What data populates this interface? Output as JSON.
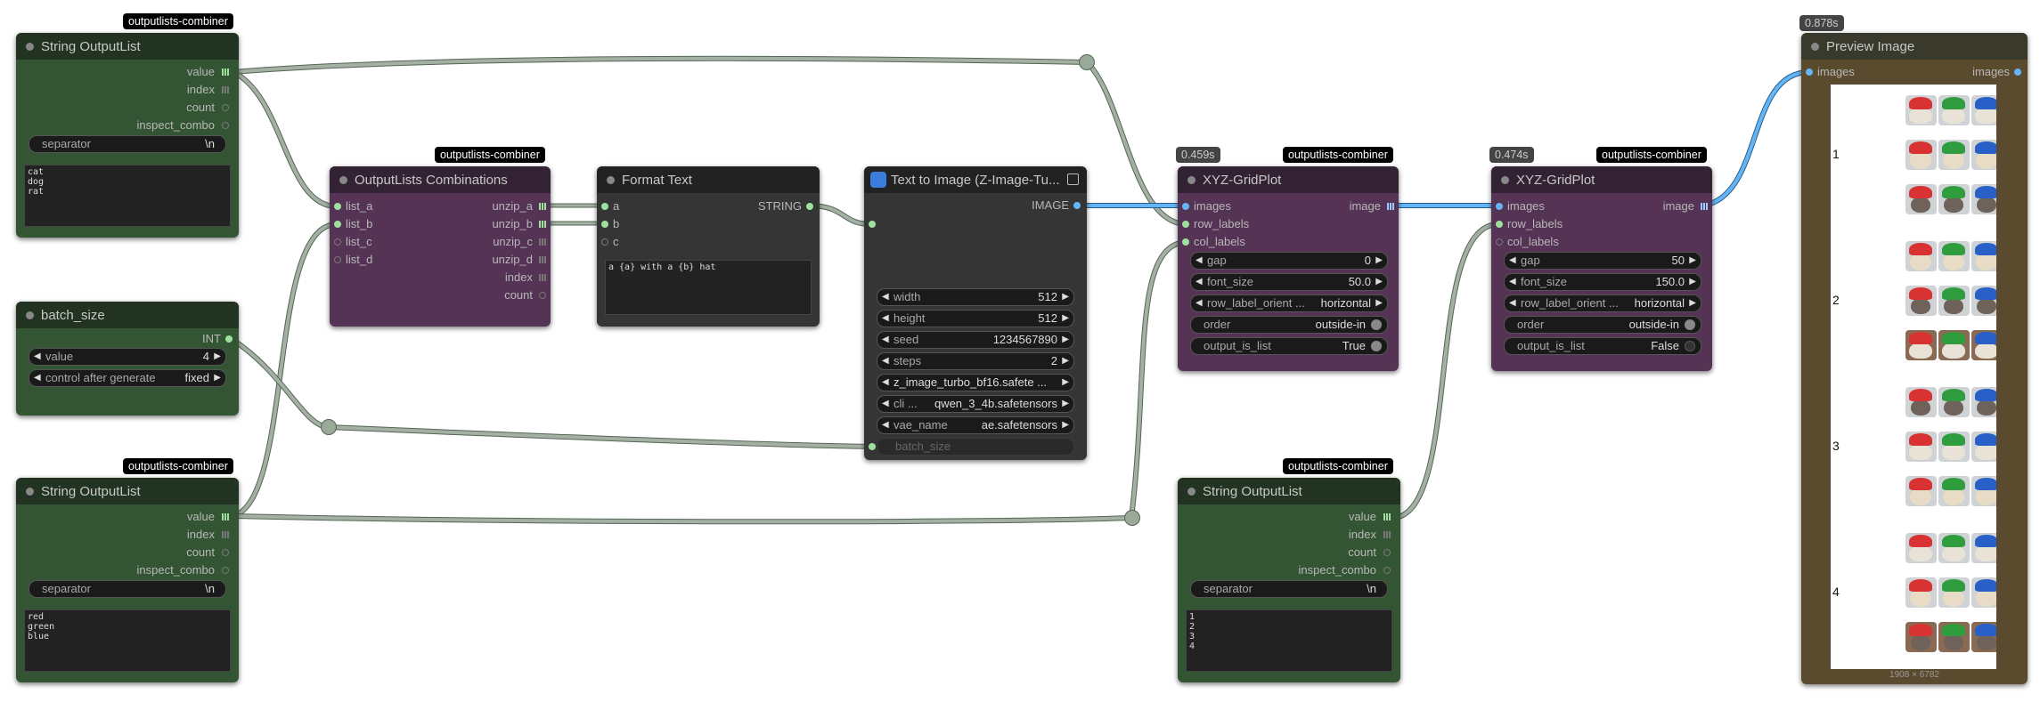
{
  "nodes": {
    "so1": {
      "badge": "outputlists-combiner",
      "title": "String OutputList",
      "outputs": [
        "value",
        "index",
        "count",
        "inspect_combo"
      ],
      "separator_label": "separator",
      "separator_value": "\\n",
      "text": "cat\ndog\nrat"
    },
    "batch": {
      "title": "batch_size",
      "output": "INT",
      "value_label": "value",
      "value": "4",
      "control_label": "control after generate",
      "control_value": "fixed"
    },
    "so2": {
      "badge": "outputlists-combiner",
      "title": "String OutputList",
      "outputs": [
        "value",
        "index",
        "count",
        "inspect_combo"
      ],
      "separator_label": "separator",
      "separator_value": "\\n",
      "text": "red\ngreen\nblue"
    },
    "comb": {
      "badge": "outputlists-combiner",
      "title": "OutputLists Combinations",
      "inputs": [
        "list_a",
        "list_b",
        "list_c",
        "list_d"
      ],
      "outputs": [
        "unzip_a",
        "unzip_b",
        "unzip_c",
        "unzip_d",
        "index",
        "count"
      ]
    },
    "fmt": {
      "title": "Format Text",
      "inputs": [
        "a",
        "b",
        "c"
      ],
      "output": "STRING",
      "text": "a {a} with a {b} hat"
    },
    "t2i": {
      "title": "Text to Image (Z-Image-Tu...",
      "output": "IMAGE",
      "widgets": [
        {
          "label": "width",
          "value": "512"
        },
        {
          "label": "height",
          "value": "512"
        },
        {
          "label": "seed",
          "value": "1234567890"
        },
        {
          "label": "steps",
          "value": "2"
        },
        {
          "label": "",
          "value": "z_image_turbo_bf16.safete ..."
        },
        {
          "label": "cli ...",
          "value": "qwen_3_4b.safetensors"
        },
        {
          "label": "vae_name",
          "value": "ae.safetensors"
        }
      ],
      "batch_hint": "batch_size"
    },
    "xyz1": {
      "time": "0.459s",
      "badge": "outputlists-combiner",
      "title": "XYZ-GridPlot",
      "inputs": [
        "images",
        "row_labels",
        "col_labels"
      ],
      "output": "image",
      "gap": "0",
      "font_size": "50.0",
      "orient_label": "row_label_orient ...",
      "orient": "horizontal",
      "order_label": "order",
      "order": "outside-in",
      "oil_label": "output_is_list",
      "oil": "True",
      "gap_label": "gap",
      "font_label": "font_size"
    },
    "xyz2": {
      "time": "0.474s",
      "badge": "outputlists-combiner",
      "title": "XYZ-GridPlot",
      "inputs": [
        "images",
        "row_labels",
        "col_labels"
      ],
      "output": "image",
      "gap": "50",
      "font_size": "150.0",
      "orient_label": "row_label_orient ...",
      "orient": "horizontal",
      "order_label": "order",
      "order": "outside-in",
      "oil_label": "output_is_list",
      "oil": "False",
      "gap_label": "gap",
      "font_label": "font_size"
    },
    "so3": {
      "badge": "outputlists-combiner",
      "title": "String OutputList",
      "outputs": [
        "value",
        "index",
        "count",
        "inspect_combo"
      ],
      "separator_label": "separator",
      "separator_value": "\\n",
      "text": "1\n2\n3\n4"
    },
    "preview": {
      "time": "0.878s",
      "title": "Preview Image",
      "input": "images",
      "output": "images",
      "size": "1908 × 6782",
      "group_labels": [
        "1",
        "2",
        "3",
        "4"
      ]
    }
  },
  "colors": {
    "green_node": "#335533",
    "purple_node": "#553355",
    "dark_node": "#353535",
    "link": "#9aa89a",
    "image_link": "#64b5f6"
  }
}
